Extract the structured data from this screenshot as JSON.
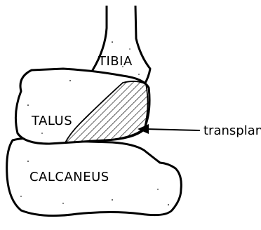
{
  "labels": {
    "tibia": "TIBIA",
    "talus": "TALUS",
    "calcaneus": "CALCANEUS",
    "transplant": "transplant"
  },
  "colors": {
    "line": "#000000",
    "background": "#ffffff"
  }
}
